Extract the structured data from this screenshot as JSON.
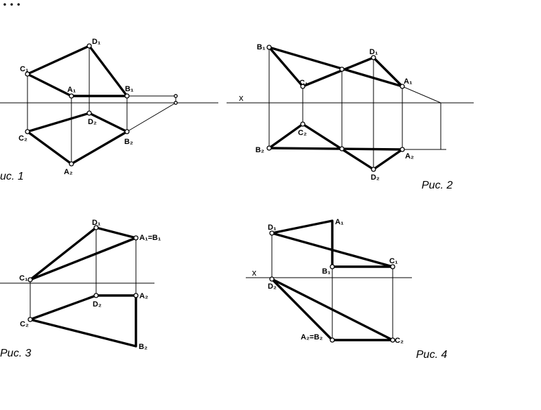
{
  "captions": {
    "fig1": "ис. 1",
    "fig2": "Рис. 2",
    "fig3": "Рис. 3",
    "fig4": "Рис. 4"
  },
  "axis_label": "x",
  "labels": {
    "fig1": {
      "C1": "C₁",
      "D1": "D₁",
      "A1": "A₁",
      "B1": "B₁",
      "C2": "C₂",
      "D2": "D₂",
      "B2": "B₂",
      "A2": "A₂"
    },
    "fig2": {
      "B1": "B₁",
      "C1": "C₁",
      "D1": "D₁",
      "A1": "A₁",
      "C2": "C₂",
      "B2": "B₂",
      "A2": "A₂",
      "D2": "D₂"
    },
    "fig3": {
      "D1": "D₁",
      "A1B1": "A₁=B₁",
      "C1": "C₁",
      "D2": "D₂",
      "A2": "A₂",
      "C2": "C₂",
      "B2": "B₂"
    },
    "fig4": {
      "D1": "D₁",
      "A1": "A₁",
      "C1": "C₁",
      "B1": "B₁",
      "D2": "D₂",
      "A2B2": "A₂=B₂",
      "C2": "C₂"
    }
  },
  "top_text": "…",
  "bottom_text": "…"
}
